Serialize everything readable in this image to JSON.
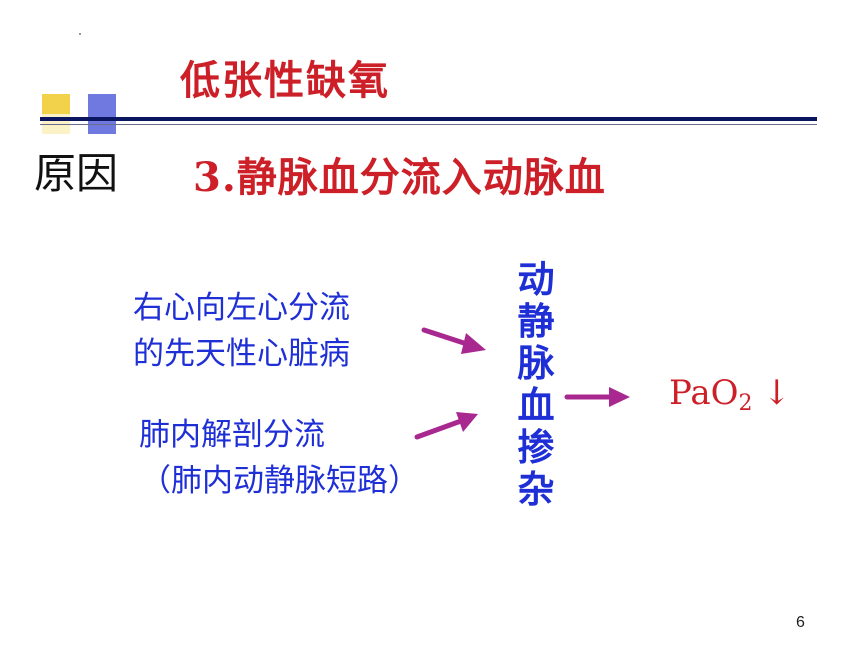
{
  "slide": {
    "title": "低张性缺氧",
    "reason_label": "原因",
    "subtitle": "3.静脉血分流入动脉血",
    "causes": [
      {
        "lines": [
          "右心向左心分流",
          "的先天性心脏病"
        ]
      },
      {
        "lines": [
          "肺内解剖分流",
          "（肺内动静脉短路）"
        ]
      }
    ],
    "mixing_chars": [
      "动",
      "静",
      "脉",
      "血",
      "掺",
      "杂"
    ],
    "result": {
      "symbol": "PaO",
      "subscript": "2",
      "direction": "↓"
    },
    "page_number": "6"
  },
  "colors": {
    "title_red": "#cc1f28",
    "text_blue": "#1f2fd6",
    "arrow_purple": "#a8288f",
    "rule_navy": "#0b1660",
    "square_yellow": "#f2d24a",
    "square_blue": "#6f79e0"
  }
}
